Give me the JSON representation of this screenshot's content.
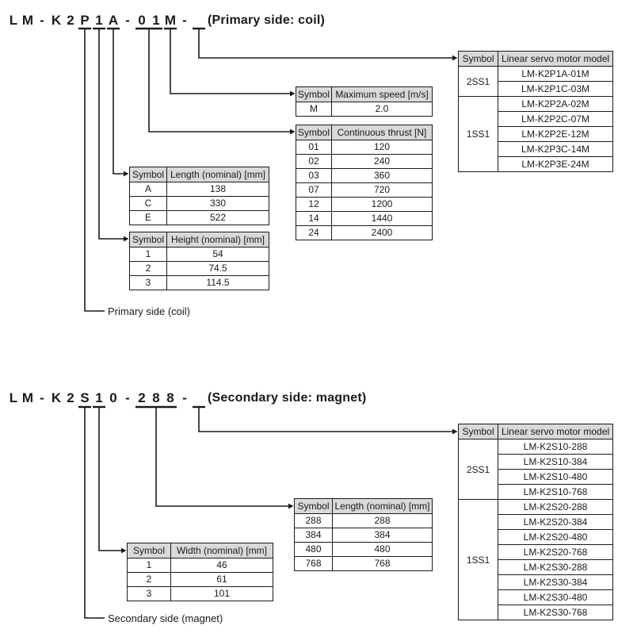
{
  "colors": {
    "table_header_bg": "#d9d9d9",
    "line": "#1a1a1a",
    "text": "#1a1a1a",
    "background": "#ffffff"
  },
  "primary_section": {
    "code_chars": [
      {
        "t": "L",
        "underlined": false
      },
      {
        "t": "M",
        "underlined": false
      },
      {
        "t": "-",
        "underlined": false
      },
      {
        "t": "K",
        "underlined": false
      },
      {
        "t": "2",
        "underlined": false
      },
      {
        "t": "P",
        "underlined": true
      },
      {
        "t": "1",
        "underlined": true
      },
      {
        "t": "A",
        "underlined": true
      },
      {
        "t": "-",
        "underlined": false
      },
      {
        "t": "0",
        "underlined": true
      },
      {
        "t": "1",
        "underlined": true
      },
      {
        "t": "M",
        "underlined": true
      },
      {
        "t": "-",
        "underlined": false
      },
      {
        "t": "",
        "underlined": true
      }
    ],
    "suffix": "(Primary side: coil)",
    "side_label": "Primary side (coil)",
    "model_table": {
      "headers": [
        "Symbol",
        "Linear servo motor model"
      ],
      "groups": [
        {
          "symbol": "2SS1",
          "models": [
            "LM-K2P1A-01M",
            "LM-K2P1C-03M"
          ]
        },
        {
          "symbol": "1SS1",
          "models": [
            "LM-K2P2A-02M",
            "LM-K2P2C-07M",
            "LM-K2P2E-12M",
            "LM-K2P3C-14M",
            "LM-K2P3E-24M"
          ]
        }
      ]
    },
    "speed_table": {
      "headers": [
        "Symbol",
        "Maximum speed [m/s]"
      ],
      "rows": [
        [
          "M",
          "2.0"
        ]
      ]
    },
    "thrust_table": {
      "headers": [
        "Symbol",
        "Continuous thrust [N]"
      ],
      "rows": [
        [
          "01",
          "120"
        ],
        [
          "02",
          "240"
        ],
        [
          "03",
          "360"
        ],
        [
          "07",
          "720"
        ],
        [
          "12",
          "1200"
        ],
        [
          "14",
          "1440"
        ],
        [
          "24",
          "2400"
        ]
      ]
    },
    "length_table": {
      "headers": [
        "Symbol",
        "Length (nominal) [mm]"
      ],
      "rows": [
        [
          "A",
          "138"
        ],
        [
          "C",
          "330"
        ],
        [
          "E",
          "522"
        ]
      ]
    },
    "height_table": {
      "headers": [
        "Symbol",
        "Height (nominal) [mm]"
      ],
      "rows": [
        [
          "1",
          "54"
        ],
        [
          "2",
          "74.5"
        ],
        [
          "3",
          "114.5"
        ]
      ]
    }
  },
  "secondary_section": {
    "code_chars": [
      {
        "t": "L",
        "underlined": false
      },
      {
        "t": "M",
        "underlined": false
      },
      {
        "t": "-",
        "underlined": false
      },
      {
        "t": "K",
        "underlined": false
      },
      {
        "t": "2",
        "underlined": false
      },
      {
        "t": "S",
        "underlined": true
      },
      {
        "t": "1",
        "underlined": true
      },
      {
        "t": "0",
        "underlined": false
      },
      {
        "t": "-",
        "underlined": false
      },
      {
        "t": "2",
        "underlined": true
      },
      {
        "t": "8",
        "underlined": true
      },
      {
        "t": "8",
        "underlined": true
      },
      {
        "t": "-",
        "underlined": false
      },
      {
        "t": "",
        "underlined": true
      }
    ],
    "suffix": "(Secondary side: magnet)",
    "side_label": "Secondary side (magnet)",
    "model_table": {
      "headers": [
        "Symbol",
        "Linear servo motor model"
      ],
      "groups": [
        {
          "symbol": "2SS1",
          "models": [
            "LM-K2S10-288",
            "LM-K2S10-384",
            "LM-K2S10-480",
            "LM-K2S10-768"
          ]
        },
        {
          "symbol": "1SS1",
          "models": [
            "LM-K2S20-288",
            "LM-K2S20-384",
            "LM-K2S20-480",
            "LM-K2S20-768",
            "LM-K2S30-288",
            "LM-K2S30-384",
            "LM-K2S30-480",
            "LM-K2S30-768"
          ]
        }
      ]
    },
    "length_table": {
      "headers": [
        "Symbol",
        "Length (nominal) [mm]"
      ],
      "rows": [
        [
          "288",
          "288"
        ],
        [
          "384",
          "384"
        ],
        [
          "480",
          "480"
        ],
        [
          "768",
          "768"
        ]
      ]
    },
    "width_table": {
      "headers": [
        "Symbol",
        "Width (nominal) [mm]"
      ],
      "rows": [
        [
          "1",
          "46"
        ],
        [
          "2",
          "61"
        ],
        [
          "3",
          "101"
        ]
      ]
    }
  }
}
